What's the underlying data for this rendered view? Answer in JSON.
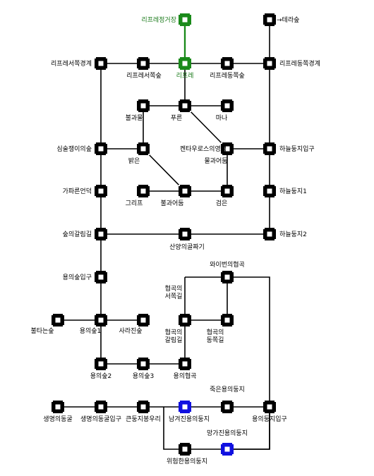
{
  "map": {
    "title": "",
    "nodes": [
      {
        "id": "fire_portal",
        "label": "리프레정거장",
        "type": "green"
      },
      {
        "id": "terra_node",
        "label": "",
        "type": "normal"
      },
      {
        "id": "terra_text",
        "label": "→테라숲",
        "type": "label"
      },
      {
        "id": "w_border",
        "label": "리프레서쪽경계",
        "type": "normal"
      },
      {
        "id": "w_forest",
        "label": "리프레서쪽숲",
        "type": "normal"
      },
      {
        "id": "leafre",
        "label": "리프레",
        "type": "green"
      },
      {
        "id": "e_forest",
        "label": "리프레동쪽숲",
        "type": "normal"
      },
      {
        "id": "e_border",
        "label": "리프레동쪽경계",
        "type": "normal"
      },
      {
        "id": "red_lizard",
        "label": "불과물",
        "type": "normal"
      },
      {
        "id": "blue",
        "label": "푸른",
        "type": "normal"
      },
      {
        "id": "mana",
        "label": "마나",
        "type": "normal"
      },
      {
        "id": "deep_forest",
        "label": "심술쟁이의숲",
        "type": "normal"
      },
      {
        "id": "bright",
        "label": "밝은",
        "type": "normal"
      },
      {
        "id": "centaur",
        "label": "켄타우로스의영역",
        "type": "normal"
      },
      {
        "id": "sky_entry",
        "label": "하늘둥지입구",
        "type": "normal"
      },
      {
        "id": "bulgwa2",
        "label": "물과어둠",
        "type": "normal"
      },
      {
        "id": "garden",
        "label": "가파른언덕",
        "type": "normal"
      },
      {
        "id": "grip",
        "label": "그리프",
        "type": "normal"
      },
      {
        "id": "bulgwa3",
        "label": "불과어둠",
        "type": "normal"
      },
      {
        "id": "black",
        "label": "검은",
        "type": "normal"
      },
      {
        "id": "sky1",
        "label": "하늘둥지1",
        "type": "normal"
      },
      {
        "id": "forest_cross",
        "label": "숲의갈림길",
        "type": "normal"
      },
      {
        "id": "mountain_path",
        "label": "산양의골짜기",
        "type": "normal"
      },
      {
        "id": "sky2",
        "label": "하늘둥지2",
        "type": "normal"
      },
      {
        "id": "wyvern_canyon",
        "label": "와이번의협곡",
        "type": "normal"
      },
      {
        "id": "dragon_forest_entry",
        "label": "용의숲입구",
        "type": "normal"
      },
      {
        "id": "canyon_w",
        "label": "협곡의\n서쪽길",
        "type": "normal"
      },
      {
        "id": "burnt",
        "label": "불타는숲",
        "type": "normal"
      },
      {
        "id": "dforest1",
        "label": "용의숲1",
        "type": "normal"
      },
      {
        "id": "sarajin",
        "label": "사라진숲",
        "type": "normal"
      },
      {
        "id": "canyon_cross",
        "label": "협곡의\n갈림길",
        "type": "normal"
      },
      {
        "id": "canyon_e",
        "label": "협곡의\n동쪽길",
        "type": "normal"
      },
      {
        "id": "dforest2",
        "label": "용의숲2",
        "type": "normal"
      },
      {
        "id": "dforest3",
        "label": "용의숲3",
        "type": "normal"
      },
      {
        "id": "dragon_canyon",
        "label": "용의협곡",
        "type": "normal"
      },
      {
        "id": "life_cave",
        "label": "생명의동굴",
        "type": "normal"
      },
      {
        "id": "life_cave_entry",
        "label": "생명의동굴입구",
        "type": "normal"
      },
      {
        "id": "big_nest_peak",
        "label": "큰둥지봉우리",
        "type": "normal"
      },
      {
        "id": "left_nest",
        "label": "남겨진용의둥지",
        "type": "blue"
      },
      {
        "id": "dead_nest",
        "label": "죽은용의둥지",
        "type": "normal"
      },
      {
        "id": "nest_entry",
        "label": "용의둥지입구",
        "type": "normal"
      },
      {
        "id": "destroyed_nest",
        "label": "망가진용의둥지",
        "type": "blue"
      },
      {
        "id": "danger_nest",
        "label": "위험한용의둥지",
        "type": "normal"
      }
    ],
    "edges": [
      [
        "fire_portal",
        "leafre",
        "green"
      ],
      [
        "terra_node",
        "e_border",
        "normal"
      ],
      [
        "w_border",
        "w_forest",
        "normal"
      ],
      [
        "w_forest",
        "leafre",
        "normal"
      ],
      [
        "leafre",
        "e_forest",
        "normal"
      ],
      [
        "e_forest",
        "e_border",
        "normal"
      ],
      [
        "w_border",
        "deep_forest",
        "normal"
      ],
      [
        "e_border",
        "sky_entry",
        "normal"
      ],
      [
        "red_lizard",
        "blue",
        "normal"
      ],
      [
        "blue",
        "mana",
        "normal"
      ],
      [
        "leafre",
        "blue",
        "normal"
      ],
      [
        "red_lizard",
        "bright",
        "normal"
      ],
      [
        "blue",
        "bulgwa2",
        "normal"
      ],
      [
        "deep_forest",
        "bright",
        "normal"
      ],
      [
        "bulgwa2",
        "sky_entry",
        "normal"
      ],
      [
        "bright",
        "bulgwa3",
        "normal"
      ],
      [
        "bulgwa2",
        "black",
        "normal"
      ],
      [
        "deep_forest",
        "garden",
        "normal"
      ],
      [
        "sky_entry",
        "sky1",
        "normal"
      ],
      [
        "grip",
        "bulgwa3",
        "normal"
      ],
      [
        "bulgwa3",
        "black",
        "normal"
      ],
      [
        "garden",
        "forest_cross",
        "normal"
      ],
      [
        "sky1",
        "sky2",
        "normal"
      ],
      [
        "forest_cross",
        "mountain_path",
        "normal"
      ],
      [
        "mountain_path",
        "sky2",
        "normal"
      ],
      [
        "forest_cross",
        "dragon_forest_entry",
        "normal"
      ],
      [
        "wyvern_canyon",
        "canyon_e",
        "normal"
      ],
      [
        "wyvern_canyon",
        "nest_entry",
        "normal"
      ],
      [
        "dragon_forest_entry",
        "dforest1",
        "normal"
      ],
      [
        "burnt",
        "dforest1",
        "normal"
      ],
      [
        "dforest1",
        "sarajin",
        "normal"
      ],
      [
        "canyon_w",
        "canyon_cross",
        "normal"
      ],
      [
        "canyon_cross",
        "canyon_e",
        "normal"
      ],
      [
        "dforest1",
        "dforest2",
        "normal"
      ],
      [
        "canyon_cross",
        "dragon_canyon",
        "normal"
      ],
      [
        "dforest2",
        "dforest3",
        "normal"
      ],
      [
        "dforest3",
        "dragon_canyon",
        "normal"
      ],
      [
        "life_cave",
        "life_cave_entry",
        "normal"
      ],
      [
        "life_cave_entry",
        "big_nest_peak",
        "normal"
      ],
      [
        "big_nest_peak",
        "left_nest",
        "normal"
      ],
      [
        "left_nest",
        "dead_nest",
        "normal"
      ],
      [
        "dead_nest",
        "nest_entry",
        "normal"
      ],
      [
        "dead_nest",
        "destroyed_nest",
        "normal"
      ],
      [
        "destroyed_nest",
        "nest_entry",
        "normal"
      ]
    ]
  }
}
